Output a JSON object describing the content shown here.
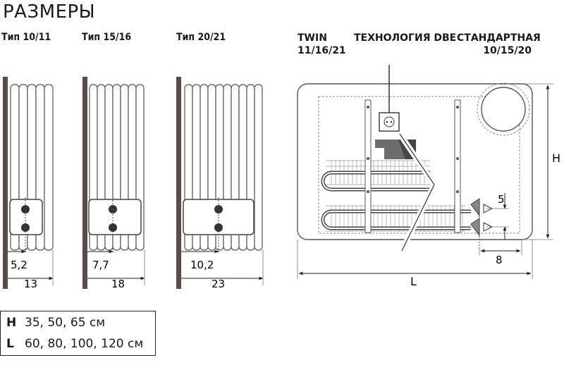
{
  "title": "РАЗМЕРЫ",
  "types": [
    {
      "label": "Тип 10/11",
      "inner": "5,2",
      "outer": "13"
    },
    {
      "label": "Тип 15/16",
      "inner": "7,7",
      "outer": "18"
    },
    {
      "label": "Тип 20/21",
      "inner": "10,2",
      "outer": "23"
    }
  ],
  "diagram": {
    "twin_line1": "TWIN",
    "twin_line2": "11/16/21",
    "dbe": "ТЕХНОЛОГИЯ DBE",
    "std_line1": "СТАНДАРТНАЯ",
    "std_line2": "10/15/20",
    "dim_h": "H",
    "dim_l": "L",
    "dim_5": "5",
    "dim_8": "8"
  },
  "legend": [
    {
      "key": "H",
      "value": "35, 50, 65 см"
    },
    {
      "key": "L",
      "value": "60, 80, 100, 120 см"
    }
  ]
}
